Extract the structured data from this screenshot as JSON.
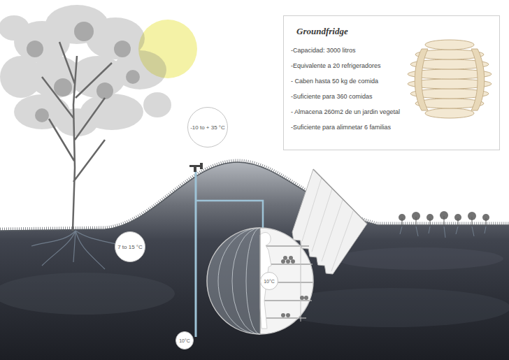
{
  "diagram": {
    "nodes": [
      {
        "text": [
          "Groundfridge",
          "-Capacidad: 3000 litros",
          "-Equivalente a 20 refrigeradores",
          "- Caben hasta 50 kg de comida",
          "-Suficiente para 360 comidas",
          "- Almacena 260m2 de un jardin vegetal",
          "-Suficiente para alimnetar 6 familias"
        ]
      },
      {
        "text": [
          "-10 to + 35 °C"
        ]
      },
      {
        "text": [
          "7 to 15 °C"
        ]
      },
      {
        "text": [
          "10°C"
        ]
      },
      {
        "text": [
          "10°C"
        ]
      }
    ]
  }
}
